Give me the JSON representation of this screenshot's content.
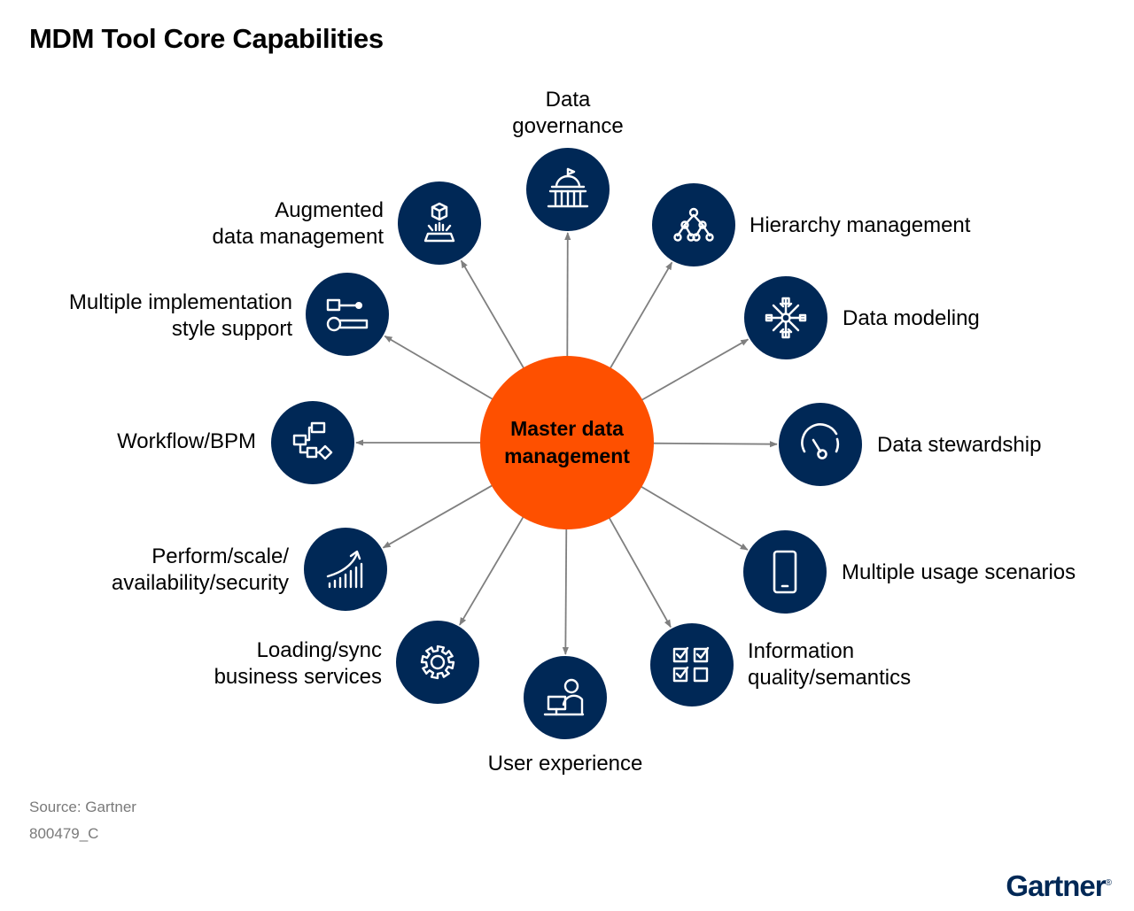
{
  "title": "MDM Tool Core Capabilities",
  "center": {
    "lines": [
      "Master data",
      "management"
    ]
  },
  "nodes": [
    {
      "id": "data-governance",
      "icon": "capitol-building-icon",
      "lines": [
        "Data",
        "governance"
      ]
    },
    {
      "id": "hierarchy-management",
      "icon": "hierarchy-tree-icon",
      "lines": [
        "Hierarchy management"
      ]
    },
    {
      "id": "data-modeling",
      "icon": "snowflake-network-icon",
      "lines": [
        "Data modeling"
      ]
    },
    {
      "id": "data-stewardship",
      "icon": "gauge-icon",
      "lines": [
        "Data stewardship"
      ]
    },
    {
      "id": "multiple-usage-scenarios",
      "icon": "mobile-device-icon",
      "lines": [
        "Multiple usage scenarios"
      ]
    },
    {
      "id": "information-quality",
      "icon": "checklist-icon",
      "lines": [
        "Information",
        "quality/semantics"
      ]
    },
    {
      "id": "user-experience",
      "icon": "user-at-computer-icon",
      "lines": [
        "User experience"
      ]
    },
    {
      "id": "loading-sync",
      "icon": "gear-icon",
      "lines": [
        "Loading/sync",
        "business services"
      ]
    },
    {
      "id": "perform-scale",
      "icon": "trending-bars-icon",
      "lines": [
        "Perform/scale/",
        "availability/security"
      ]
    },
    {
      "id": "workflow-bpm",
      "icon": "workflow-flowchart-icon",
      "lines": [
        "Workflow/BPM"
      ]
    },
    {
      "id": "multiple-implementation",
      "icon": "toggle-keys-icon",
      "lines": [
        "Multiple implementation",
        "style support"
      ]
    },
    {
      "id": "augmented-data-management",
      "icon": "augmented-cube-icon",
      "lines": [
        "Augmented",
        "data management"
      ]
    }
  ],
  "colors": {
    "hub": "#fe5000",
    "node": "#002856",
    "connector": "#7f7f7f",
    "icon": "#ffffff"
  },
  "footer": {
    "source": "Source: Gartner",
    "code": "800479_C"
  },
  "logo": {
    "text": "Gartner",
    "mark": "®"
  }
}
